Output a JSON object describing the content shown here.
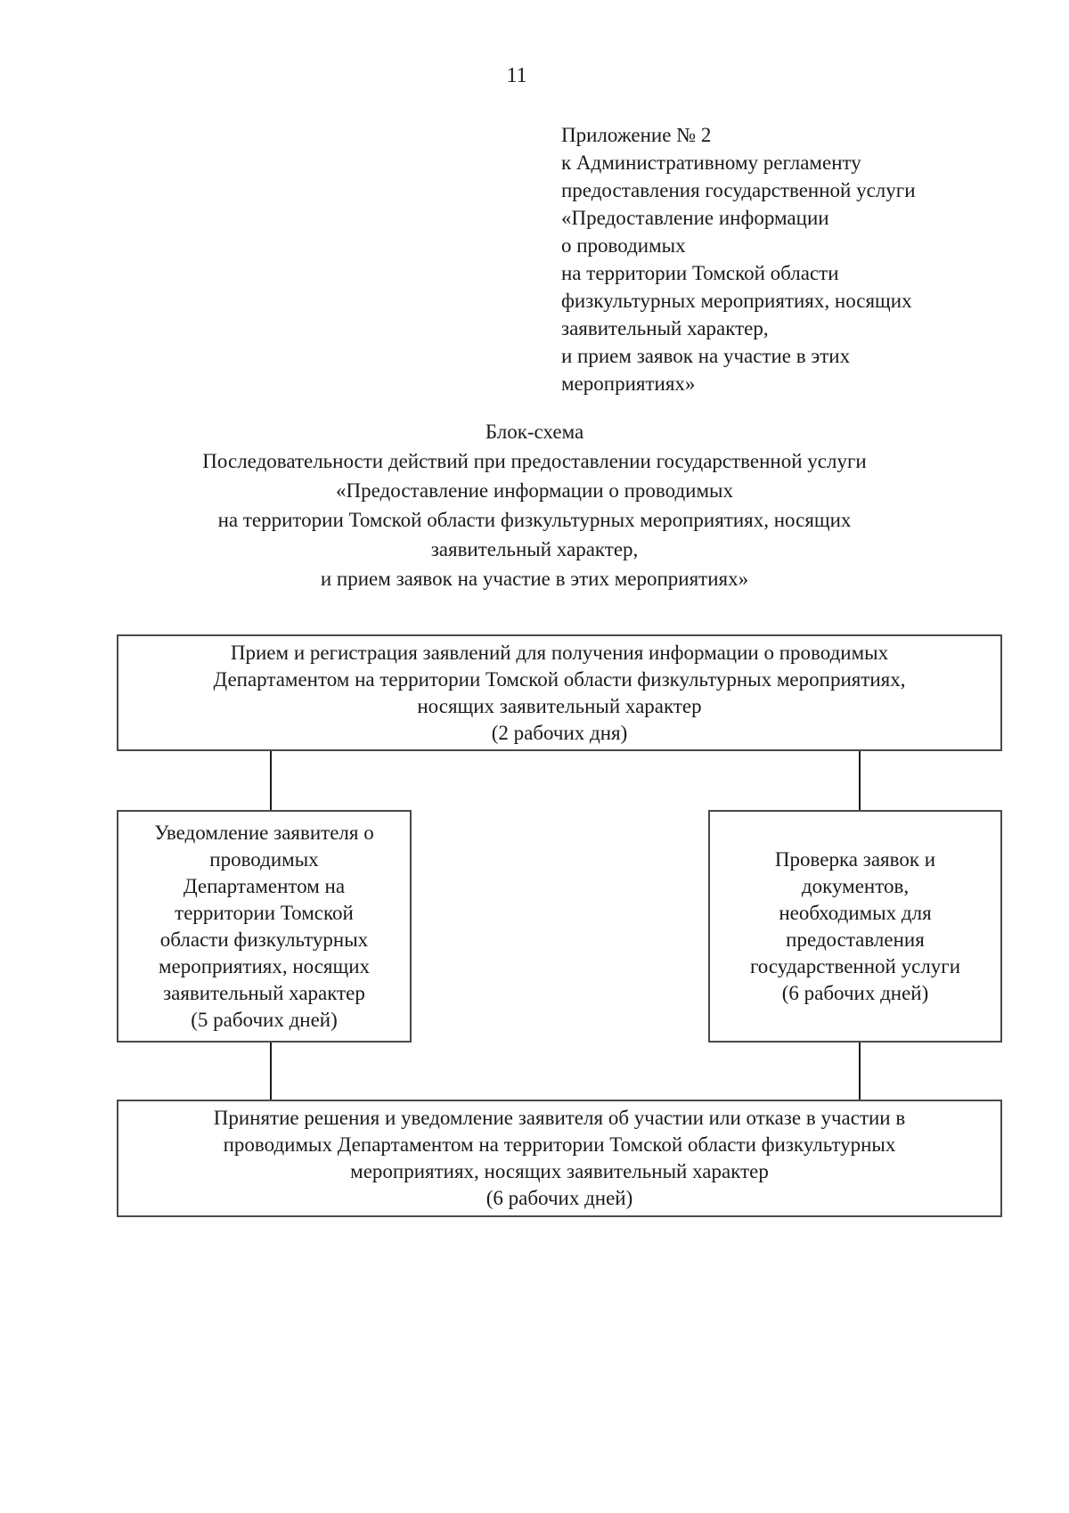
{
  "page": {
    "number": "11"
  },
  "appendix": {
    "text": "Приложение № 2\nк Административному регламенту\nпредоставления государственной услуги\n«Предоставление информации\nо проводимых\nна территории Томской области\nфизкультурных мероприятиях, носящих\nзаявительный характер,\nи прием заявок на участие в этих\nмероприятиях»"
  },
  "title": {
    "text": "Блок-схема\nПоследовательности действий при предоставлении государственной услуги\n«Предоставление информации о проводимых\nна территории Томской области физкультурных мероприятиях, носящих\nзаявительный характер,\nи прием заявок на участие в этих мероприятиях»"
  },
  "flowchart": {
    "steps": {
      "reception": {
        "text": "Прием и регистрация заявлений для получения информации о проводимых\nДепартаментом на территории Томской области физкультурных мероприятиях,\nносящих заявительный характер",
        "duration": "(2 рабочих дня)"
      },
      "notification": {
        "text": "Уведомление заявителя о\nпроводимых\nДепартаментом на\nтерритории Томской\nобласти физкультурных\nмероприятиях, носящих\nзаявительный характер",
        "duration": "(5 рабочих дней)"
      },
      "verification": {
        "text": "Проверка заявок и\nдокументов,\nнеобходимых для\nпредоставления\nгосударственной услуги",
        "duration": "(6 рабочих дней)"
      },
      "decision": {
        "text": "Принятие решения и уведомление заявителя об участии или отказе в участии в\nпроводимых  Департаментом на территории Томской области физкультурных\nмероприятиях, носящих заявительный характер",
        "duration": "(6 рабочих дней)"
      }
    }
  }
}
